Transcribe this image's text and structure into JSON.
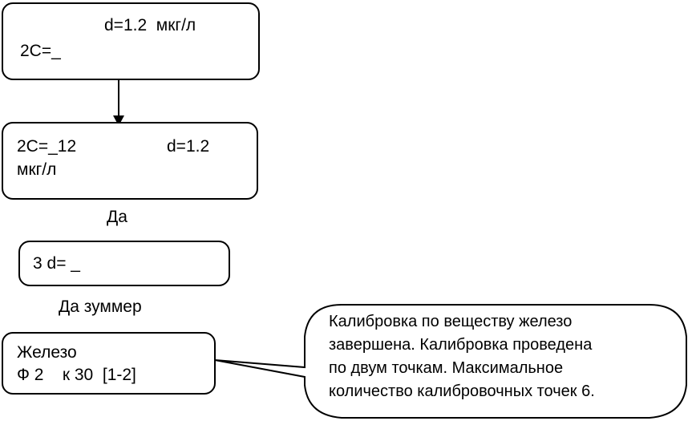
{
  "screens": [
    {
      "lines": [
        "d=1.2  мкг/л",
        "2C=_"
      ]
    },
    {
      "lines": [
        "2C=_12",
        "d=1.2",
        "мкг/л"
      ]
    },
    {
      "lines": [
        "3 d= _"
      ]
    },
    {
      "lines": [
        "Железо",
        "Ф 2    к 30  [1-2]"
      ]
    }
  ],
  "captions": {
    "after_screen2": "Да",
    "after_screen3": "Да зуммер"
  },
  "callout": {
    "lines": [
      "Калибровка по веществу железо",
      "завершена. Калибровка проведена",
      "по двум точкам. Максимальное",
      "количество калибровочных точек 6."
    ]
  }
}
